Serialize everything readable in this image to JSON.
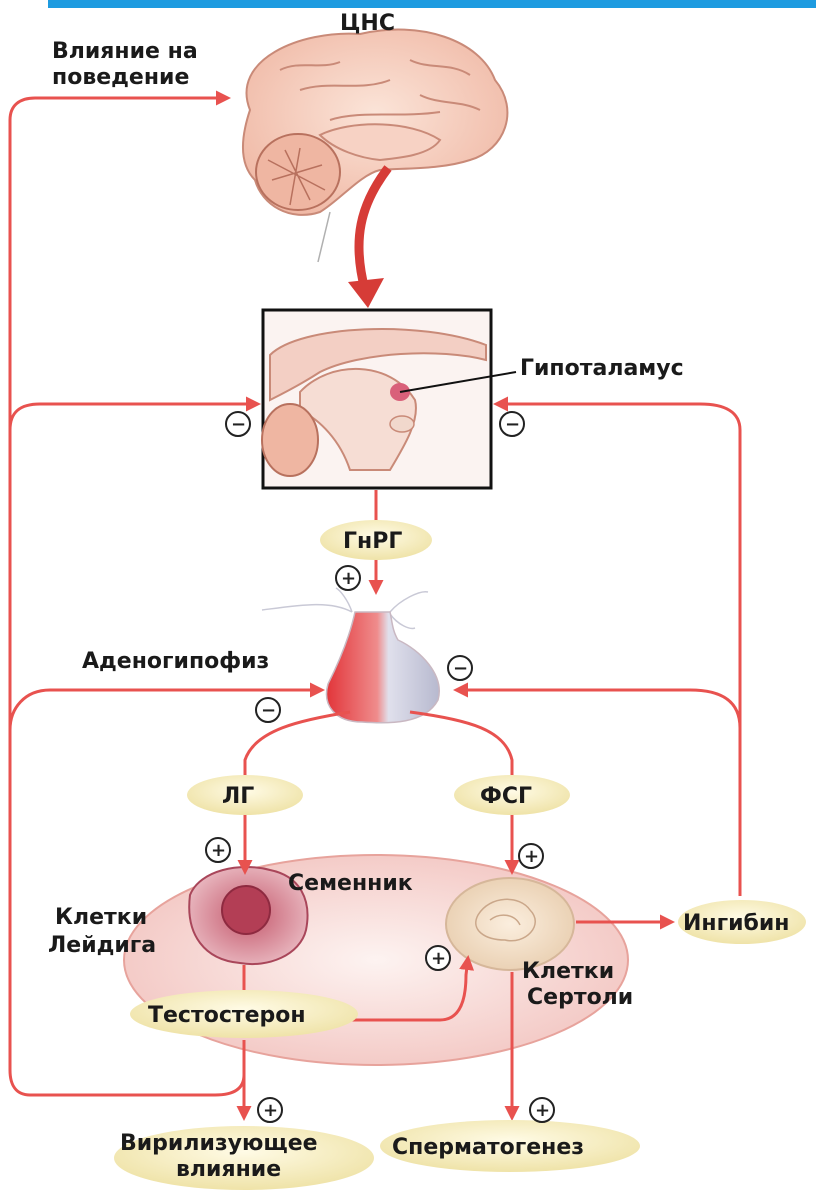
{
  "labels": {
    "cns": "ЦНС",
    "behavior_line1": "Влияние на",
    "behavior_line2": "поведение",
    "hypothalamus": "Гипоталамус",
    "gnrh": "ГнРГ",
    "adenohypophysis": "Аденогипофиз",
    "lh": "ЛГ",
    "fsh": "ФСГ",
    "testis": "Семенник",
    "leydig_line1": "Клетки",
    "leydig_line2": "Лейдига",
    "sertoli_line1": "Клетки",
    "sertoli_line2": "Сертоли",
    "inhibin": "Ингибин",
    "testosterone": "Тестостерон",
    "virilizing_line1": "Вирилизующее",
    "virilizing_line2": "влияние",
    "spermatogenesis": "Сперматогенез"
  },
  "signs": {
    "minus": "−",
    "plus": "+"
  },
  "colors": {
    "arrow": "#e8524f",
    "badge": "#f5ecc0",
    "top_bar": "#1e9be0"
  }
}
